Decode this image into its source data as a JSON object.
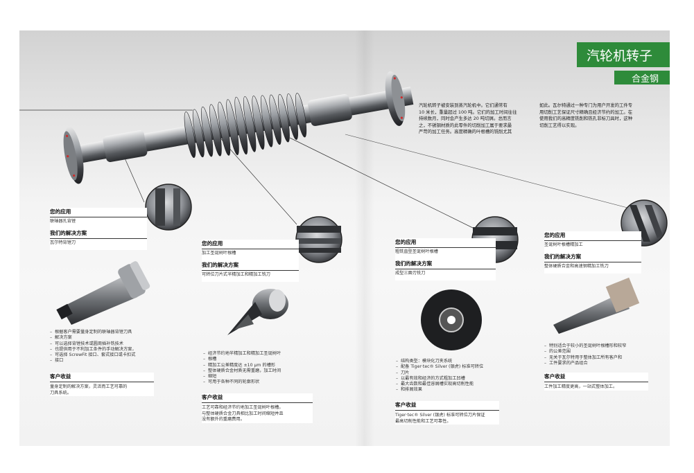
{
  "header": {
    "title": "汽轮机转子",
    "subtitle": "合金钢"
  },
  "colors": {
    "accent": "#2e8b3a",
    "text": "#222222",
    "rule": "#333333"
  },
  "intro": {
    "left": [
      "汽轮机转子被安装到蒸汽轮机中。它们通常有",
      "10 米长，重量超过 100 吨。它们的加工时间往往",
      "持续数月，同时会产生多达 20 吨切屑。总而言",
      "之，不锈钢材质的此零件的切削加工属于要求最",
      "严苛的加工任务。高度精确的叶根槽的铣削尤其"
    ],
    "right": [
      "如此。瓦尔特通过一种专门为用户开发的工件专",
      "用切削工艺保证尺寸精确且经济节约的加工。在",
      "使用我们的高精度铣削和铣孔非标刀具时，这种",
      "切削工艺得以实现。"
    ]
  },
  "sections": [
    {
      "app_label": "您的应用",
      "app_value": "联轴器孔背镗",
      "sol_label": "我们的解决方案",
      "sol_value": "瓦尔特背镗刀",
      "bullets": [
        "根据客户需要量身定制的联轴器背镗刀具",
        "解决方案",
        "可以选择背镗技术或圆周插补铣技术",
        "也提供用于不利加工条件的手动解决方案，",
        "可选择 ScrewFit 接口、套式接口或卡扣式",
        "接口"
      ],
      "benefit_label": "客户收益",
      "benefit_value": [
        "量身定制的解决方案，灵活而工艺可靠的",
        "刀具系统。"
      ]
    },
    {
      "app_label": "您的应用",
      "app_value": "加工圣诞树叶根槽",
      "sol_label": "我们的解决方案",
      "sol_value": "可转位刀片式半精加工和精加工铣刀",
      "bullets": [
        "经济节约地半精加工和精加工圣诞树叶",
        "根槽",
        "精加工公差精度达 ±10 μm 的槽形",
        "整体硬质合金材质无需重磨，加工时间",
        "缩短",
        "可用于各种不同的轮廓形状"
      ],
      "benefit_label": "客户收益",
      "benefit_value": [
        "工艺可靠和经济节约地加工圣诞树叶根槽。",
        "与整体硬质合金刀具相比加工时间缩短并且",
        "没有额外的重磨费用。"
      ]
    },
    {
      "app_label": "您的应用",
      "app_value": "粗铣直型圣诞树叶根槽",
      "sol_label": "我们的解决方案",
      "sol_value": "成型三面刃铣刀",
      "bullets": [
        "结构类型：模块化刀夹系统",
        "配备 Tiger·tec® Silver (银虎) 标准可转位",
        "刀片",
        "以最有效和经济的方式粗加工凹槽",
        "最大齿数和最佳容屑槽实现高切削性能",
        "和排屑效果"
      ],
      "benefit_label": "客户收益",
      "benefit_value": [
        "Tiger·tec® Silver (银虎) 标准可转位刀片保证",
        "最高切削性能和工艺可靠性。"
      ]
    },
    {
      "app_label": "您的应用",
      "app_value": "圣诞树叶根槽精加工",
      "sol_label": "我们的解决方案",
      "sol_value": "整体硬质合金和高速钢精加工铣刀",
      "bullets": [
        "特别适合于较小的圣诞树叶根槽形和较窄",
        "的公差范围",
        "无关于瓦尔特用于整体加工所有客户和",
        "工件要求的产品组合"
      ],
      "benefit_label": "客户收益",
      "benefit_value": [
        "工件加工精度更高，一站式整体加工。"
      ]
    }
  ]
}
